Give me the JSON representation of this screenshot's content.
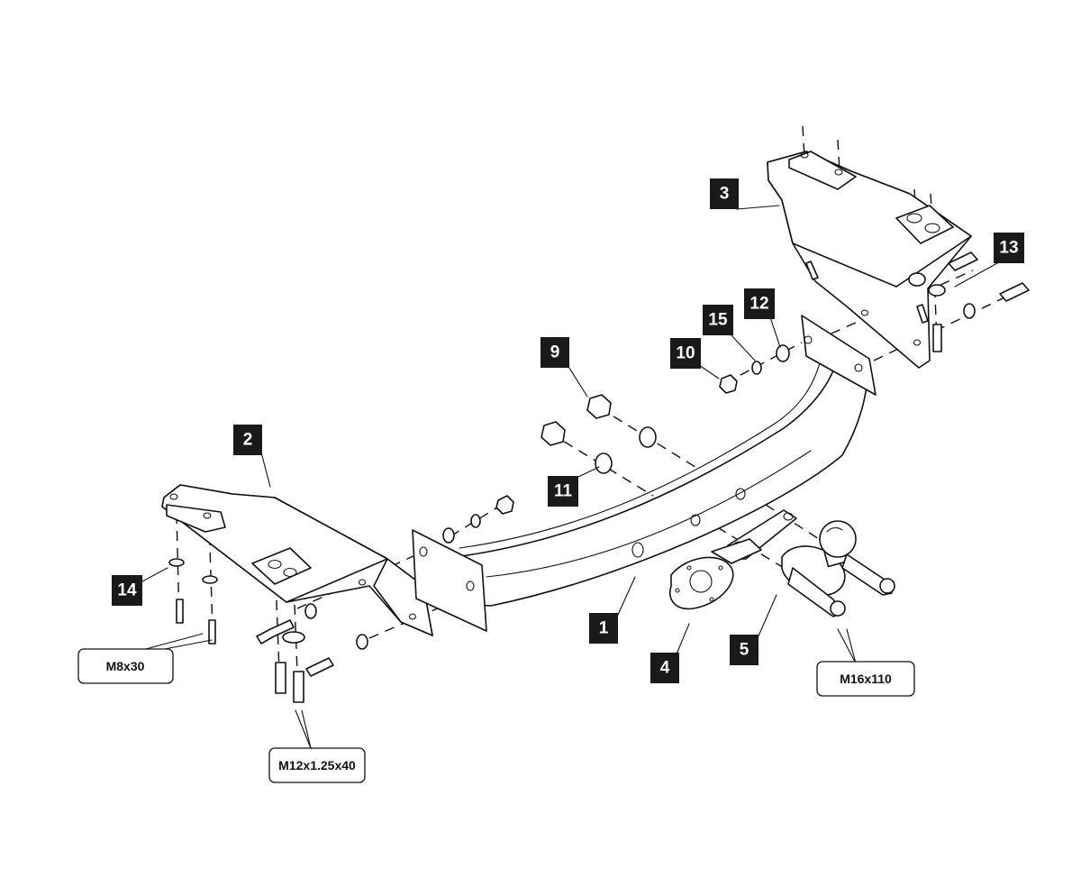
{
  "part_numbers": {
    "p1": "1",
    "p2": "2",
    "p3": "3",
    "p4": "4",
    "p5": "5",
    "p9": "9",
    "p10": "10",
    "p11": "11",
    "p12": "12",
    "p13": "13",
    "p14": "14",
    "p15": "15"
  },
  "bolt_specs": {
    "m8": "M8x30",
    "m12": "M12x1.25x40",
    "m16": "M16x110"
  }
}
